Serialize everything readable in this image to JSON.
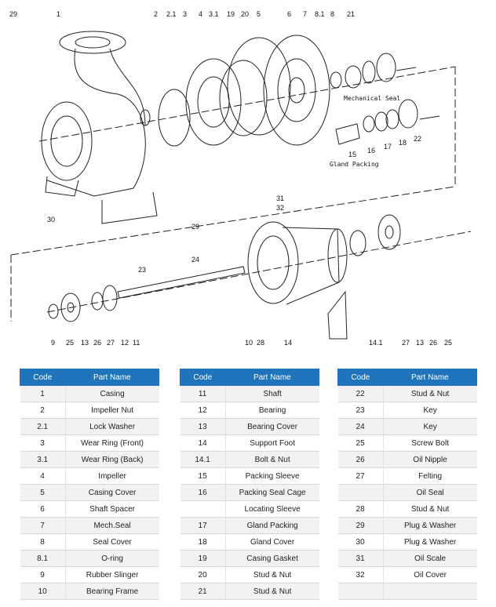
{
  "diagram": {
    "captions": {
      "mech_seal": "Mechanical Seal",
      "gland_packing": "Gland Packing"
    },
    "callouts": [
      "29",
      "1",
      "2",
      "2.1",
      "3",
      "4",
      "3.1",
      "19",
      "20",
      "5",
      "6",
      "7",
      "8.1",
      "8",
      "21",
      "30",
      "15",
      "16",
      "17",
      "18",
      "22",
      "31",
      "32",
      "29",
      "24",
      "23",
      "9",
      "25",
      "13",
      "26",
      "27",
      "12",
      "11",
      "10",
      "28",
      "14",
      "14.1",
      "27",
      "13",
      "26",
      "25"
    ]
  },
  "tables": [
    {
      "headers": [
        "Code",
        "Part Name"
      ],
      "rows": [
        [
          "1",
          "Casing"
        ],
        [
          "2",
          "Impeller Nut"
        ],
        [
          "2.1",
          "Lock Washer"
        ],
        [
          "3",
          "Wear Ring (Front)"
        ],
        [
          "3.1",
          "Wear Ring (Back)"
        ],
        [
          "4",
          "Impeller"
        ],
        [
          "5",
          "Casing Cover"
        ],
        [
          "6",
          "Shaft Spacer"
        ],
        [
          "7",
          "Mech.Seal"
        ],
        [
          "8",
          "Seal Cover"
        ],
        [
          "8.1",
          "O-ring"
        ],
        [
          "9",
          "Rubber Slinger"
        ],
        [
          "10",
          "Bearing Frame"
        ]
      ]
    },
    {
      "headers": [
        "Code",
        "Part Name"
      ],
      "rows": [
        [
          "11",
          "Shaft"
        ],
        [
          "12",
          "Bearing"
        ],
        [
          "13",
          "Bearing Cover"
        ],
        [
          "14",
          "Support Foot"
        ],
        [
          "14.1",
          "Bolt & Nut"
        ],
        [
          "15",
          "Packing Sleeve"
        ],
        [
          "16",
          "Packing Seal Cage"
        ],
        [
          "",
          "Locating Sleeve"
        ],
        [
          "17",
          "Gland Packing"
        ],
        [
          "18",
          "Gland Cover"
        ],
        [
          "19",
          "Casing Gasket"
        ],
        [
          "20",
          "Stud & Nut"
        ],
        [
          "21",
          "Stud & Nut"
        ]
      ]
    },
    {
      "headers": [
        "Code",
        "Part Name"
      ],
      "rows": [
        [
          "22",
          "Stud & Nut"
        ],
        [
          "23",
          "Key"
        ],
        [
          "24",
          "Key"
        ],
        [
          "25",
          "Screw Bolt"
        ],
        [
          "26",
          "Oil Nipple"
        ],
        [
          "27",
          "Felting"
        ],
        [
          "",
          "Oil Seal"
        ],
        [
          "28",
          "Stud & Nut"
        ],
        [
          "29",
          "Plug & Washer"
        ],
        [
          "30",
          "Plug & Washer"
        ],
        [
          "31",
          "Oil Scale"
        ],
        [
          "32",
          "Oil Cover"
        ],
        [
          "",
          ""
        ]
      ]
    }
  ]
}
